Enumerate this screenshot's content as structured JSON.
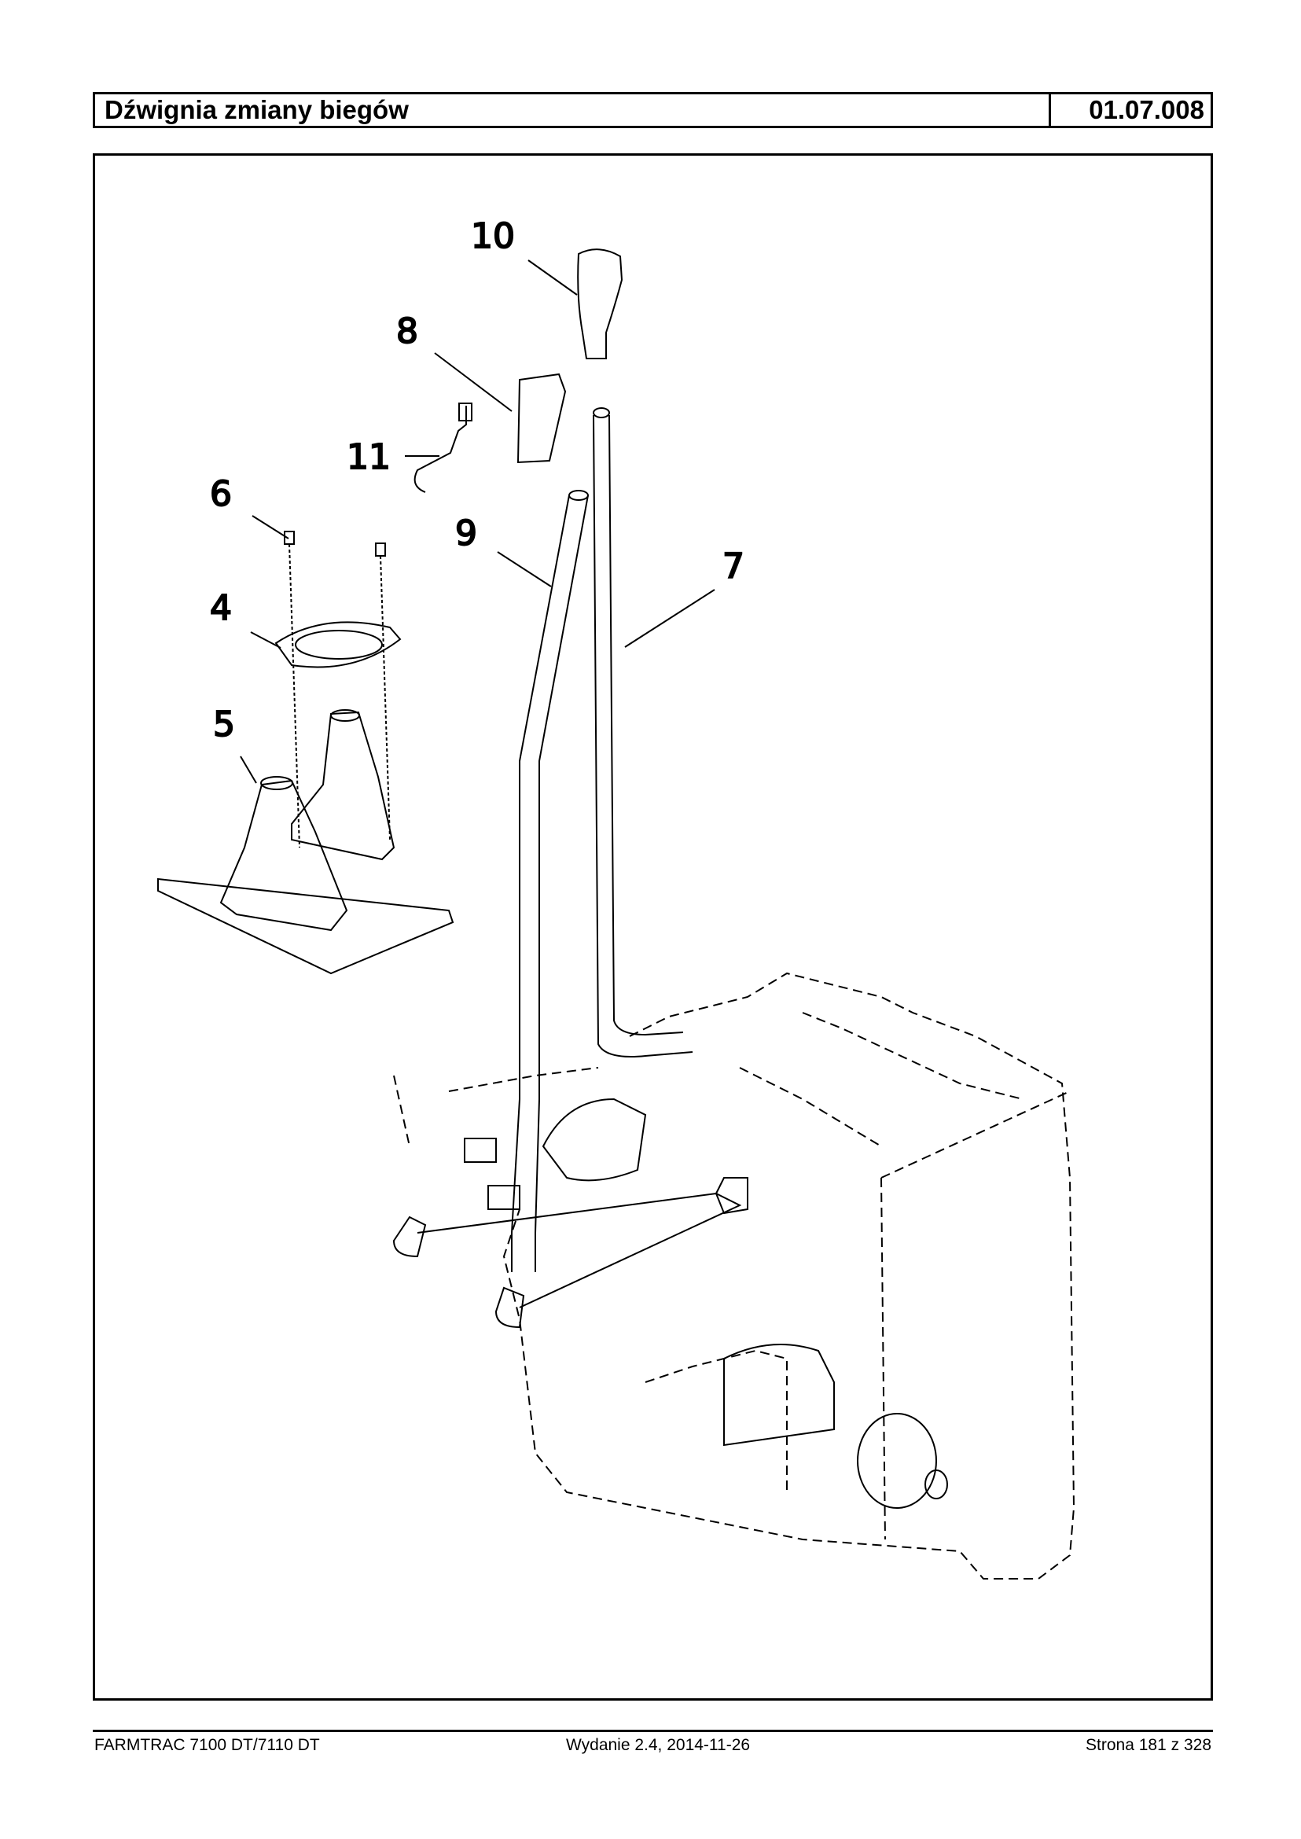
{
  "header": {
    "title": "Dźwignia zmiany biegów",
    "code": "01.07.008"
  },
  "figure": {
    "callouts": [
      "10",
      "8",
      "11",
      "6",
      "9",
      "7",
      "4",
      "5"
    ]
  },
  "footer": {
    "model": "FARMTRAC 7100 DT/7110 DT",
    "edition": "Wydanie 2.4,  2014-11-26",
    "page": "Strona 181 z 328"
  }
}
